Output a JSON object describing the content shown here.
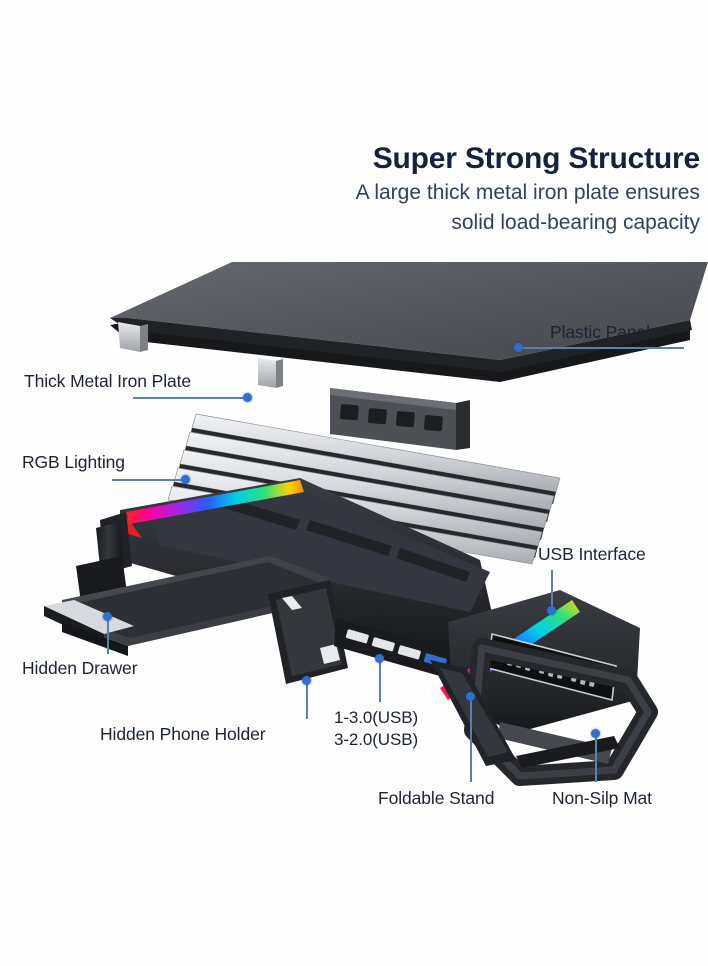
{
  "heading": {
    "title": "Super Strong Structure",
    "sub_line1": "A large thick metal iron plate ensures",
    "sub_line2": "solid load-bearing capacity",
    "title_color": "#16203f",
    "sub_color": "#32415b"
  },
  "accent": {
    "dot_color": "#2f6fd0",
    "leader_color": "#5b7fae"
  },
  "callouts": [
    {
      "id": "plastic-panel",
      "label": "Plastic Panel"
    },
    {
      "id": "thick-metal-iron-plate",
      "label": "Thick Metal Iron Plate"
    },
    {
      "id": "rgb-lighting",
      "label": "RGB Lighting"
    },
    {
      "id": "usb-interface",
      "label": "USB Interface"
    },
    {
      "id": "hidden-drawer",
      "label": "Hidden Drawer"
    },
    {
      "id": "hidden-phone-holder",
      "label": "Hidden Phone Holder"
    },
    {
      "id": "usb-count-line1",
      "label": "1-3.0(USB)"
    },
    {
      "id": "usb-count-line2",
      "label": "3-2.0(USB)"
    },
    {
      "id": "foldable-stand",
      "label": "Foldable Stand"
    },
    {
      "id": "non-slip-mat",
      "label": "Non-Silp Mat"
    }
  ],
  "product": {
    "name": "rgb-dual-monitor-stand",
    "body_color": "#2a2c30",
    "panel_top_color": "#585b60",
    "metal_plate_color": "#d8dade",
    "rgb_colors": [
      "#ff2a2a",
      "#ff00a0",
      "#8a2be2",
      "#2060ff",
      "#00d0ff",
      "#22e07a",
      "#ffe000"
    ]
  }
}
